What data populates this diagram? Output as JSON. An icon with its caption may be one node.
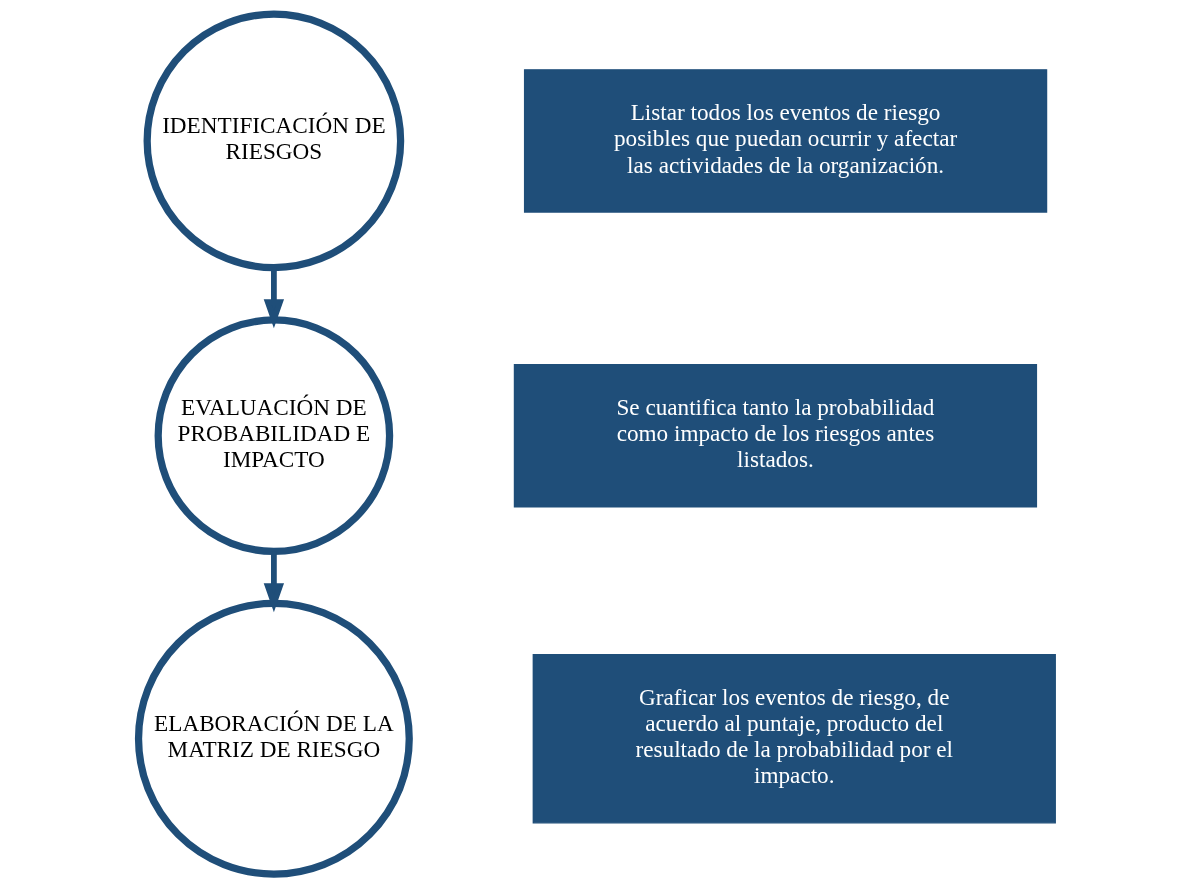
{
  "diagram": {
    "nodes": [
      {
        "text": [
          "IDENTIFICACIÓN DE RIESGOS"
        ]
      },
      {
        "text": [
          "EVALUACIÓN DE PROBABILIDAD E IMPACTO"
        ]
      },
      {
        "text": [
          "ELABORACIÓN DE LA MATRIZ DE RIESGO"
        ]
      },
      {
        "text": [
          "Listar todos los eventos de riesgo posibles que puedan ocurrir y afectar las actividades de la organización."
        ]
      },
      {
        "text": [
          "Se cuantifica tanto la probabilidad como impacto de los riesgos antes listados."
        ]
      },
      {
        "text": [
          "Graficar los eventos de riesgo, de acuerdo al puntaje, producto del resultado de la probabilidad por el impacto."
        ]
      }
    ],
    "edges": [
      {
        "from": 0,
        "to": 1,
        "arrow": "to"
      },
      {
        "from": 1,
        "to": 2,
        "arrow": "to"
      }
    ]
  }
}
